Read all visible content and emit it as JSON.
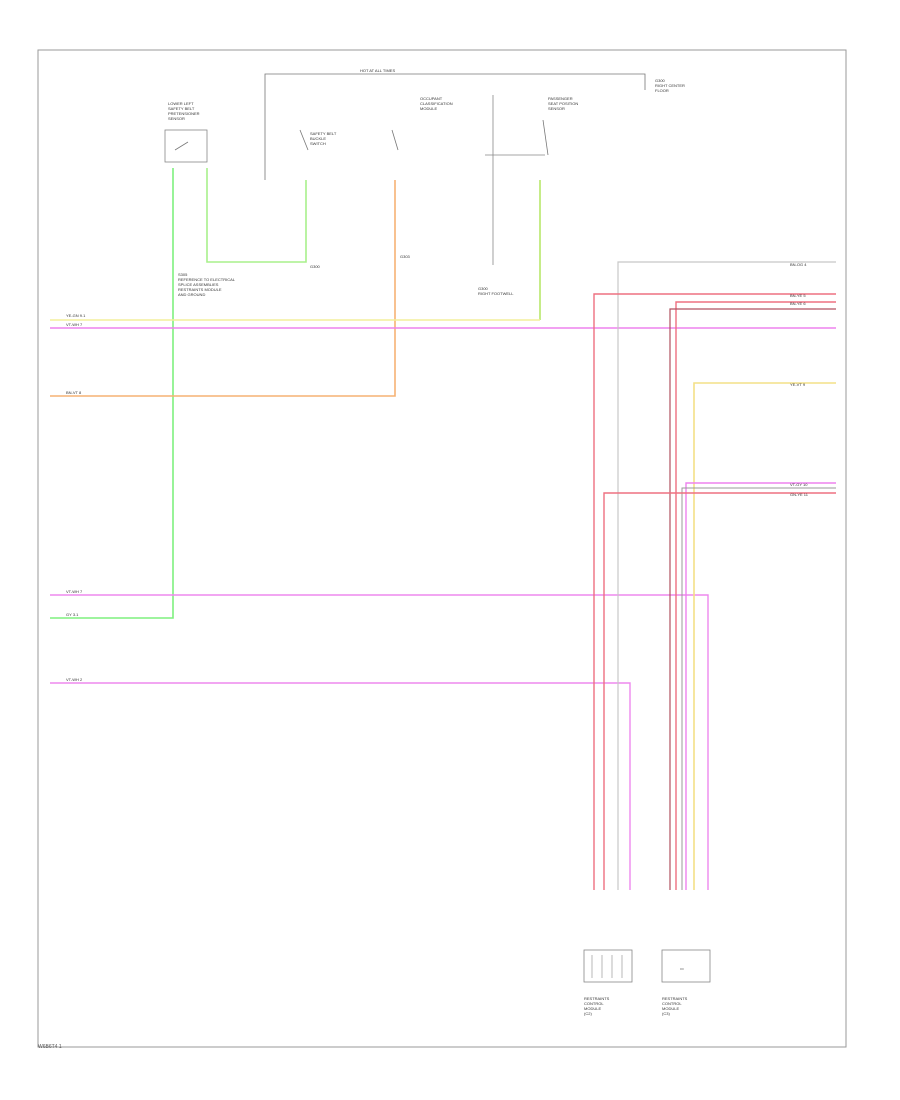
{
  "diagram": {
    "footer_code": "W6B6T4 1",
    "top_labels": {
      "hot_at_all_times": "HOT AT ALL TIMES",
      "sensor_left": "LOWER LEFT\nSAFETY BELT\nPRETENSIONER\nSENSOR",
      "sensor_mid": "SAFETY BELT\nBUCKLE\nSWITCH",
      "module_mid": "OCCUPANT\nCLASSIFICATION\nMODULE",
      "switch_right": "PASSENGER\nSEAT POSITION\nSENSOR",
      "ground_note": "G300\nRIGHT CENTER\nFLOOR"
    },
    "splice_note": "S305\nREFERENCE TO ELECTRICAL\nSPLICE ASSEMBLIES\nRESTRAINTS MODULE\nAND GROUND",
    "left_wires": [
      {
        "label": "YE-GN 9.1",
        "color": "#f3ef9c"
      },
      {
        "label": "VT-WH 7",
        "color": "#ee82ee"
      },
      {
        "label": "BN-VT 8",
        "color": "#f4a460"
      },
      {
        "label": "VT-WH 7",
        "color": "#ee82ee"
      },
      {
        "label": "GY 3.1",
        "color": "#90ee90"
      },
      {
        "label": "VT-WH 2",
        "color": "#ee82ee"
      }
    ],
    "right_wires": [
      {
        "label": "BN-OG 4",
        "color": "#d8d8d8"
      },
      {
        "label": "BN-YE 5",
        "color": "#ee7080"
      },
      {
        "label": "BN-YE 6",
        "color": "#ee7080"
      },
      {
        "label": "YE-VT 9",
        "color": "#f3e087"
      },
      {
        "label": "VT-GY 10",
        "color": "#ee82ee"
      },
      {
        "label": "GN-YE 11",
        "color": "#ee7080"
      }
    ],
    "bottom_components": [
      "RESTRAINTS\nCONTROL\nMODULE\n(C2)",
      "RESTRAINTS\nCONTROL\nMODULE\n(C3)"
    ],
    "ground_labels": [
      "G300",
      "G303"
    ],
    "ground_sublabel": "G300\nRIGHT FOOTWELL"
  }
}
